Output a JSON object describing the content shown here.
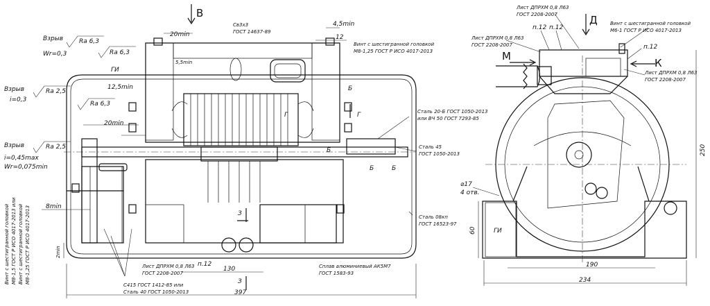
{
  "views": {
    "left": {
      "section_marks": {
        "top": "В",
        "bottom_top": "З",
        "bottom_bottom": "З",
        "g1": "Г",
        "g2": "Г"
      },
      "roughness": [
        {
          "label": "Взрыв",
          "ra": "Ra 6,3",
          "sub": "Wr=0,3"
        },
        {
          "ra2": "Ra 6,3"
        },
        {
          "label": "Взрыв",
          "ra": "Ra 2,5",
          "sub": "i=0,3"
        },
        {
          "ra": "Ra 6,3"
        },
        {
          "label": "Взрыв",
          "ra": "Ra 2,5",
          "sub1": "i=0,45max",
          "sub2": "Wr=0,075min"
        }
      ],
      "gi": "ГИ",
      "dims": {
        "d20min_top": "20min",
        "d4_5min": "4,5min",
        "d12": "12",
        "d5_5min": "5,5min",
        "d12_5min": "12,5min",
        "d20min_mid": "20min",
        "d8min": "8min",
        "d2min": "2min",
        "d130": "130",
        "d397": "397",
        "p12": "п.12"
      },
      "labels": {
        "sv3x3": "Св3х3",
        "sv_gost": "ГОСТ 14637-89",
        "bolt1": "Винт с шестигранной головкой",
        "bolt1b": "М8-1,25 ГОСТ Р ИСО 4017-2013",
        "b1": "Б",
        "b2": "Б",
        "b3": "Б",
        "b4": "Б",
        "steel20": "Сталь 20-Б ГОСТ 1050-2013",
        "steel20b": "или ВЧ 50 ГОСТ 7293-85",
        "steel45": "Сталь 45",
        "steel45b": "ГОСТ 1050-2013",
        "steel08": "Сталь 08кп",
        "steel08b": "ГОСТ 16523-97",
        "alloy": "Сплав алюминиевый АК5М7",
        "alloyb": "ГОСТ 1583-93",
        "sheet1": "Лист ДПРХМ 0,8 Л63",
        "sheet1b": "ГОСТ 2208-2007",
        "st45": "С415 ГОСТ 1412-85 или",
        "st45b": "Сталь 40 ГОСТ 1050-2013",
        "vert1": "Винт с шестигранной головкой",
        "vert1b": "М8-1,5 ГОСТ Р ИСО 4017-2013 или",
        "vert2": "Винт с шестигранной головкой",
        "vert2b": "М8-1,25 ГОСТ Р ИСО 4017-2013"
      }
    },
    "right": {
      "marks": {
        "d": "Д",
        "m": "М",
        "k": "К"
      },
      "labels": {
        "sheet_top": "Лист ДПРХМ 0,8 Л63",
        "sheet_topb": "ГОСТ 2208-2007",
        "bolt": "Винт с шестигранной головкой",
        "boltb": "М6-1 ГОСТ Р ИСО 4017-2013",
        "sheet_l": "Лист ДПРХМ 0,8 Л63",
        "sheet_lb": "ГОСТ 2208-2007",
        "sheet_r": "Лист ДПРХМ 0,8 Л63",
        "sheet_rb": "ГОСТ 2208-2007",
        "p12a": "п.12",
        "p12b": "п.12",
        "p12c": "п.12",
        "gi": "ГИ"
      },
      "dims": {
        "d17": "⌀17",
        "holes": "4 отв.",
        "d60": "60",
        "d190": "190",
        "d234": "234",
        "d250": "250"
      }
    }
  }
}
